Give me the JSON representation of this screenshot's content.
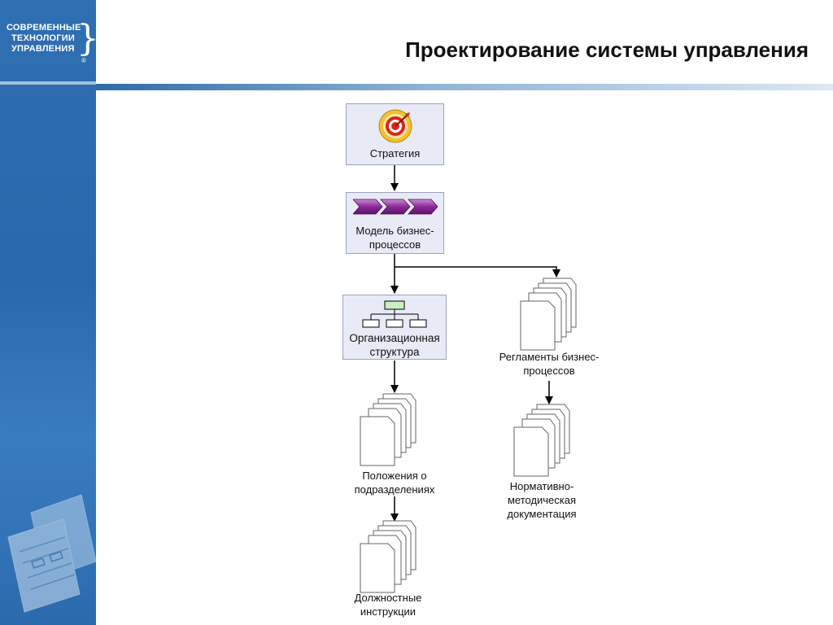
{
  "logo": {
    "line1": "СОВРЕМЕННЫЕ",
    "line2": "ТЕХНОЛОГИИ",
    "line3": "УПРАВЛЕНИЯ",
    "brace": "}",
    "registered": "®"
  },
  "title": "Проектирование системы управления",
  "nodes": {
    "strategy": "Стратегия",
    "process_model": "Модель бизнес-процессов",
    "org_structure": "Организационная структура",
    "regulations": "Регламенты бизнес-процессов",
    "dept_regulations": "Положения о подразделениях",
    "normative_docs": "Нормативно-методическая документация",
    "job_descriptions": "Должностные инструкции"
  },
  "icons": {
    "strategy": "target-icon",
    "process_model": "process-chevrons-icon",
    "org_structure": "org-chart-icon",
    "documents": "document-stack-icon"
  },
  "colors": {
    "sidebar": "#2f6fb2",
    "node_fill": "#e8eaf6",
    "node_border": "#9ea3bd",
    "chevron": "#8b2a9a",
    "target_outer": "#f2c230",
    "target_inner": "#d8261c",
    "org_top": "#c8f0c0"
  }
}
